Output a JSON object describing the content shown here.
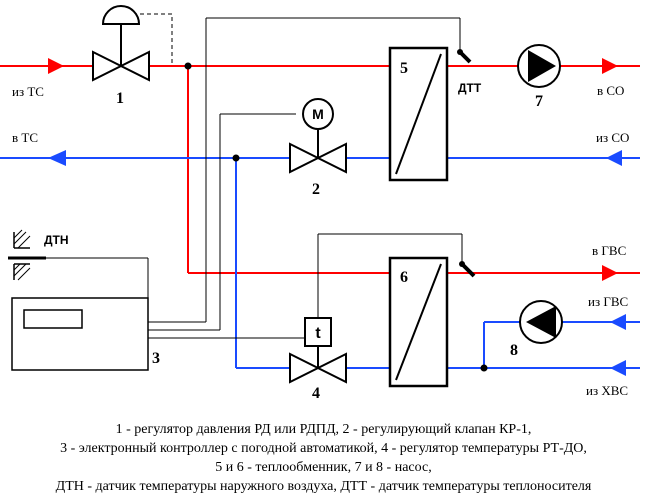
{
  "labels": {
    "from_ts": "из ТС",
    "to_ts": "в ТС",
    "to_co": "в СО",
    "from_co": "из СО",
    "to_gvs": "в ГВС",
    "from_gvs": "из ГВС",
    "from_hvs": "из ХВС",
    "dtt": "ДТТ",
    "dtn": "ДТН",
    "motor": "M",
    "thermo": "t"
  },
  "numbers": {
    "n1": "1",
    "n2": "2",
    "n3": "3",
    "n4": "4",
    "n5": "5",
    "n6": "6",
    "n7": "7",
    "n8": "8"
  },
  "caption": {
    "line1": "1 - регулятор давления РД или РДПД, 2 - регулирующий клапан КР-1,",
    "line2": "3 - электронный контроллер с погодной автоматикой, 4 - регулятор температуры РТ-ДО,",
    "line3": "5 и 6 - теплообменник, 7 и 8 - насос,",
    "line4": "ДТН - датчик температуры наружного воздуха, ДТТ - датчик температуры теплоносителя"
  },
  "colors": {
    "supply": "#ff0000",
    "return": "#1a4bff",
    "signal": "#000000"
  }
}
